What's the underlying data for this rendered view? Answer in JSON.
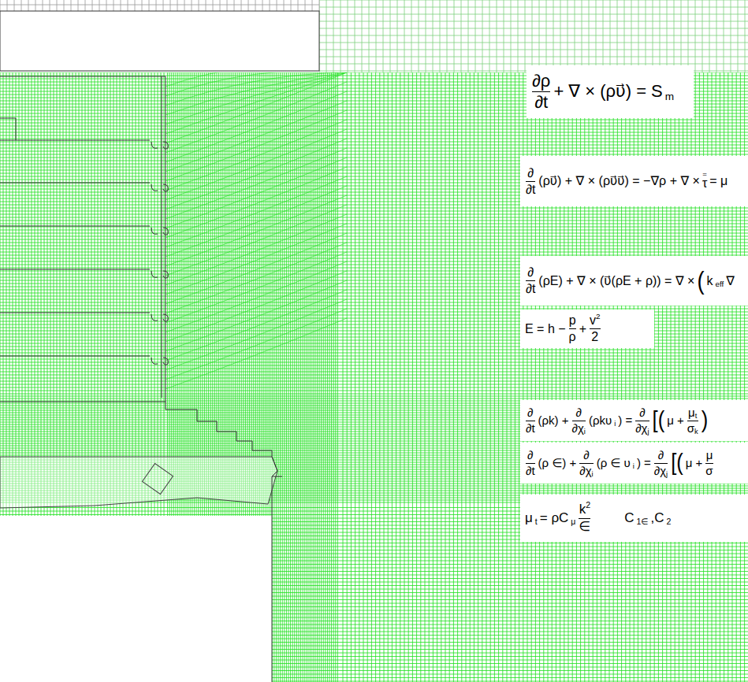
{
  "diagram": {
    "nodes": [
      {
        "text": [
          "∂ρ",
          "∂t",
          "+ ∇ × (ρυ⃗) = S",
          "m"
        ]
      },
      {
        "text": [
          "∂",
          "∂t",
          "(ρυ⃗) + ∇ × (ρυ⃗υ⃗) = −∇ρ + ∇ ×",
          "=",
          "τ",
          "= μ"
        ]
      },
      {
        "text": [
          "∂",
          "∂t",
          "(ρE) + ∇ × (υ⃗(ρE + ρ)) = ∇ ×",
          "(",
          "k",
          "eff",
          "∇"
        ]
      },
      {
        "text": [
          "E = h −",
          "p",
          "ρ",
          "+",
          "v",
          "2",
          "2"
        ]
      },
      {
        "text": [
          "∂",
          "∂t",
          "(ρk) +",
          "∂",
          "∂χ",
          "i",
          "(ρkυ",
          "i",
          ") =",
          "∂",
          "∂χ",
          "j",
          "[(",
          "μ +",
          "μ",
          "t",
          "σ",
          "k",
          ")"
        ]
      },
      {
        "text": [
          "∂",
          "∂t",
          "(ρ ∈) +",
          "∂",
          "∂χ",
          "i",
          "(ρ ∈ υ",
          "i",
          ") =",
          "∂",
          "∂χ",
          "j",
          "[(",
          "μ +",
          "μ",
          "σ"
        ]
      },
      {
        "text": [
          "μ",
          "t",
          "= ρC",
          "μ",
          "k",
          "2",
          "∈",
          "C",
          "1∈",
          ",C",
          "2"
        ]
      }
    ]
  }
}
